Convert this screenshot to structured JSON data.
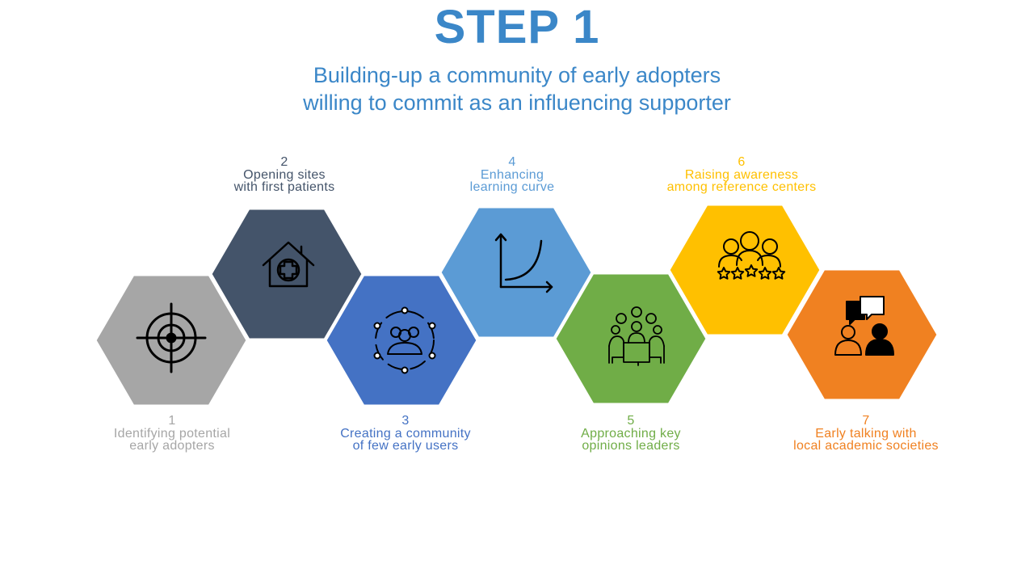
{
  "header": {
    "title": "STEP 1",
    "subtitle_line1": "Building-up a community of early adopters",
    "subtitle_line2": "willing to commit as an influencing supporter"
  },
  "steps": [
    {
      "number": "1",
      "line1": "Identifying potential",
      "line2": "early adopters",
      "color": "#a6a6a6",
      "icon": "target-icon"
    },
    {
      "number": "2",
      "line1": "Opening sites",
      "line2": "with first patients",
      "color": "#44546a",
      "icon": "hospital-house-icon"
    },
    {
      "number": "3",
      "line1": "Creating a community",
      "line2": "of few early users",
      "color": "#4472c4",
      "icon": "community-group-icon"
    },
    {
      "number": "4",
      "line1": "Enhancing",
      "line2": "learning curve",
      "color": "#5b9bd5",
      "icon": "learning-curve-chart-icon"
    },
    {
      "number": "5",
      "line1": "Approaching key",
      "line2": "opinions leaders",
      "color": "#70ad47",
      "icon": "meeting-table-icon"
    },
    {
      "number": "6",
      "line1": "Raising awareness",
      "line2": "among reference centers",
      "color": "#ffc000",
      "icon": "rated-people-stars-icon"
    },
    {
      "number": "7",
      "line1": "Early talking with",
      "line2": "local academic societies",
      "color": "#f08121",
      "icon": "conversation-people-icon"
    }
  ]
}
